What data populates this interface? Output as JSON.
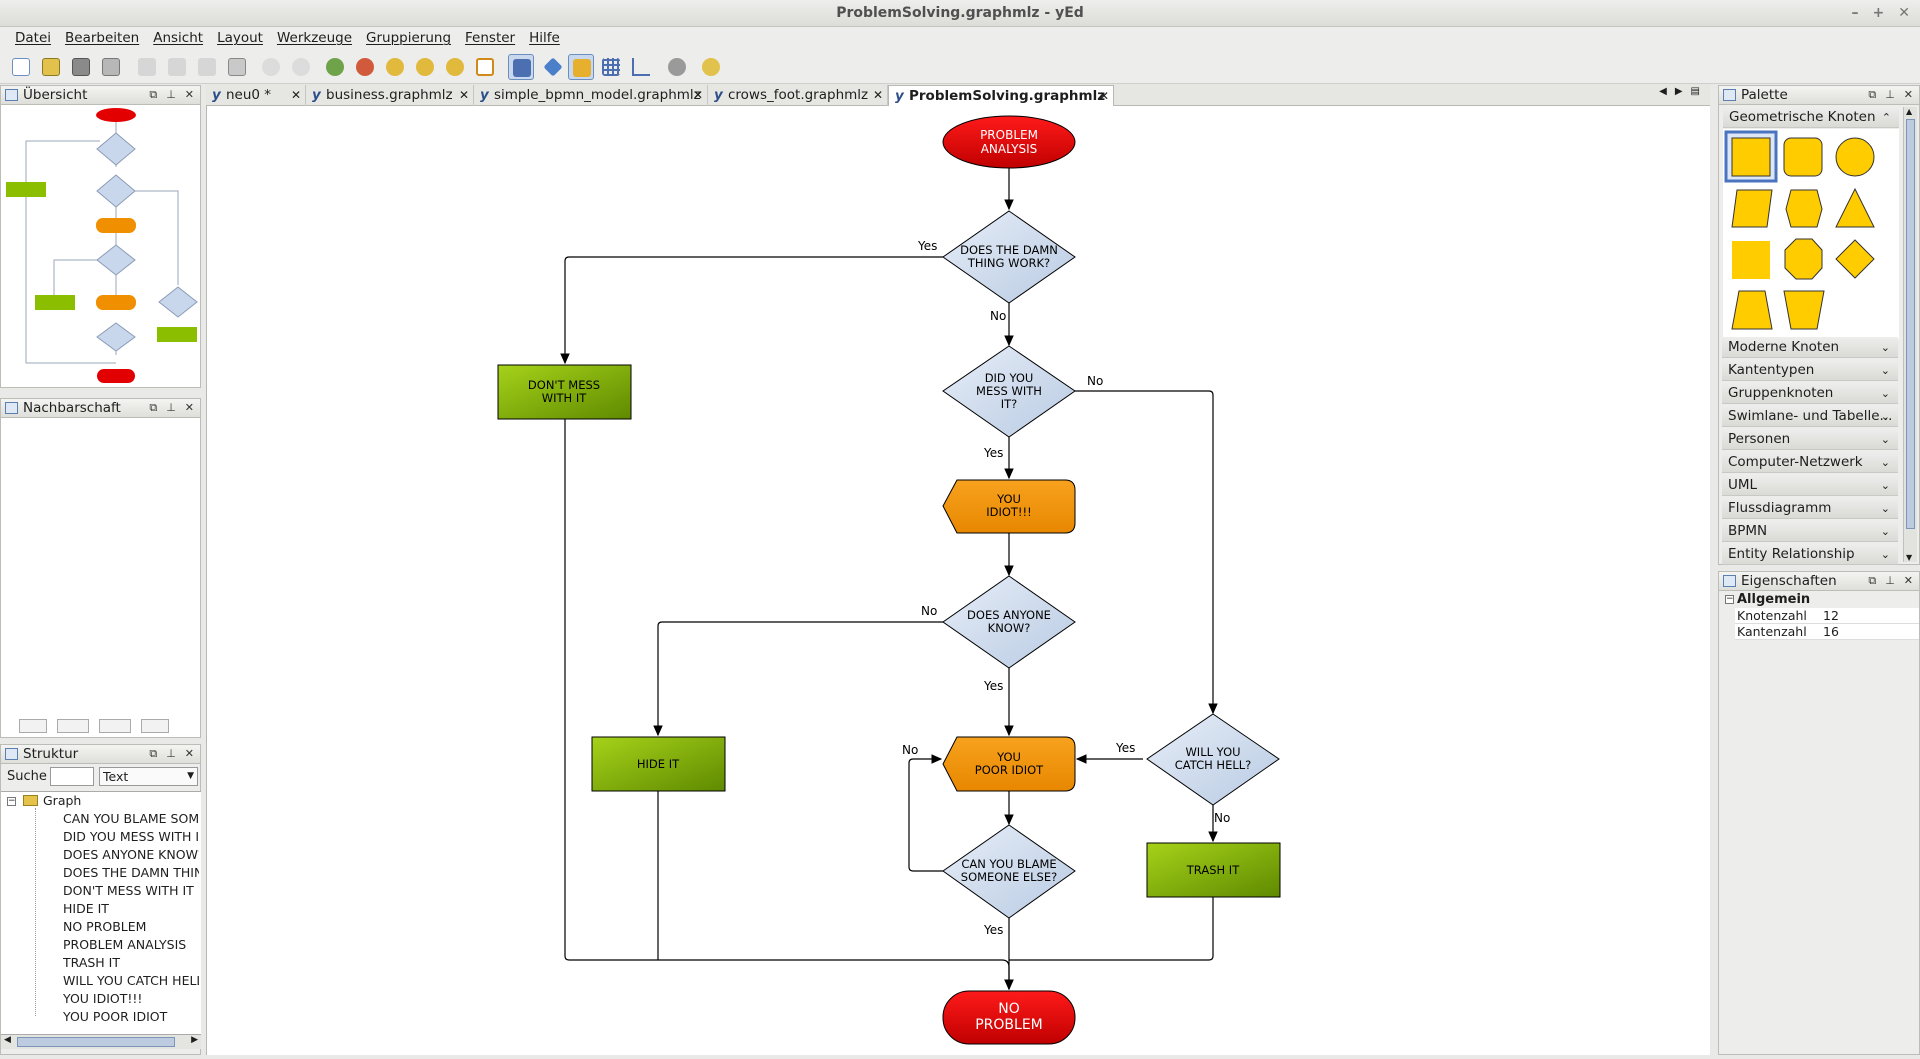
{
  "window": {
    "title": "ProblemSolving.graphmlz - yEd",
    "controls": [
      "–",
      "+",
      "✕"
    ]
  },
  "menu": [
    "Datei",
    "Bearbeiten",
    "Ansicht",
    "Layout",
    "Werkzeuge",
    "Gruppierung",
    "Fenster",
    "Hilfe"
  ],
  "panels": {
    "overview": "Übersicht",
    "neighborhood": "Nachbarschaft",
    "structure": "Struktur",
    "palette": "Palette",
    "properties": "Eigenschaften"
  },
  "structure": {
    "search_label": "Suche",
    "search_value": "",
    "filter_value": "Text",
    "root": "Graph",
    "items": [
      "CAN YOU BLAME SOME",
      "DID YOU MESS WITH IT",
      "DOES ANYONE KNOW?",
      "DOES THE DAMN THING",
      "DON'T MESS WITH IT",
      "HIDE IT",
      "NO PROBLEM",
      "PROBLEM ANALYSIS",
      "TRASH IT",
      "WILL YOU CATCH HELL?",
      "YOU IDIOT!!!",
      "YOU POOR IDIOT"
    ]
  },
  "tabs": [
    {
      "label": "neu0 *",
      "active": false
    },
    {
      "label": "business.graphmlz",
      "active": false
    },
    {
      "label": "simple_bpmn_model.graphmlz",
      "active": false
    },
    {
      "label": "crows_foot.graphmlz",
      "active": false
    },
    {
      "label": "ProblemSolving.graphmlz",
      "active": true
    }
  ],
  "palette": {
    "open_group": "Geometrische Knoten",
    "groups": [
      "Moderne Knoten",
      "Kantentypen",
      "Gruppenknoten",
      "Swimlane- und Tabelle...",
      "Personen",
      "Computer-Netzwerk",
      "UML",
      "Flussdiagramm",
      "BPMN",
      "Entity Relationship"
    ],
    "shape_color": "#ffcc00"
  },
  "properties": {
    "section": "Allgemein",
    "rows": [
      {
        "key": "Knotenzahl",
        "value": "12"
      },
      {
        "key": "Kantenzahl",
        "value": "16"
      }
    ]
  },
  "flowchart": {
    "colors": {
      "terminal": "#e30000",
      "decision": "#c8d7ec",
      "action": "#f09000",
      "box": "#8cbe00"
    },
    "nodes": {
      "problem_analysis": [
        "PROBLEM",
        "ANALYSIS"
      ],
      "does_work": [
        "DOES THE DAMN",
        "THING WORK?"
      ],
      "dont_mess": [
        "DON'T MESS",
        "WITH IT"
      ],
      "did_mess": [
        "DID YOU",
        "MESS WITH",
        "IT?"
      ],
      "you_idiot": [
        "YOU",
        "IDIOT!!!"
      ],
      "anyone_know": [
        "DOES ANYONE",
        "KNOW?"
      ],
      "hide_it": [
        "HIDE IT"
      ],
      "poor_idiot": [
        "YOU",
        "POOR IDIOT"
      ],
      "catch_hell": [
        "WILL YOU",
        "CATCH HELL?"
      ],
      "blame": [
        "CAN YOU BLAME",
        "SOMEONE ELSE?"
      ],
      "trash_it": [
        "TRASH IT"
      ],
      "no_problem": [
        "NO",
        "PROBLEM"
      ]
    },
    "edge_labels": {
      "work_yes": "Yes",
      "work_no": "No",
      "mess_no": "No",
      "mess_yes": "Yes",
      "know_no": "No",
      "know_yes": "Yes",
      "hell_yes": "Yes",
      "hell_no": "No",
      "blame_no": "No",
      "blame_yes": "Yes"
    }
  }
}
